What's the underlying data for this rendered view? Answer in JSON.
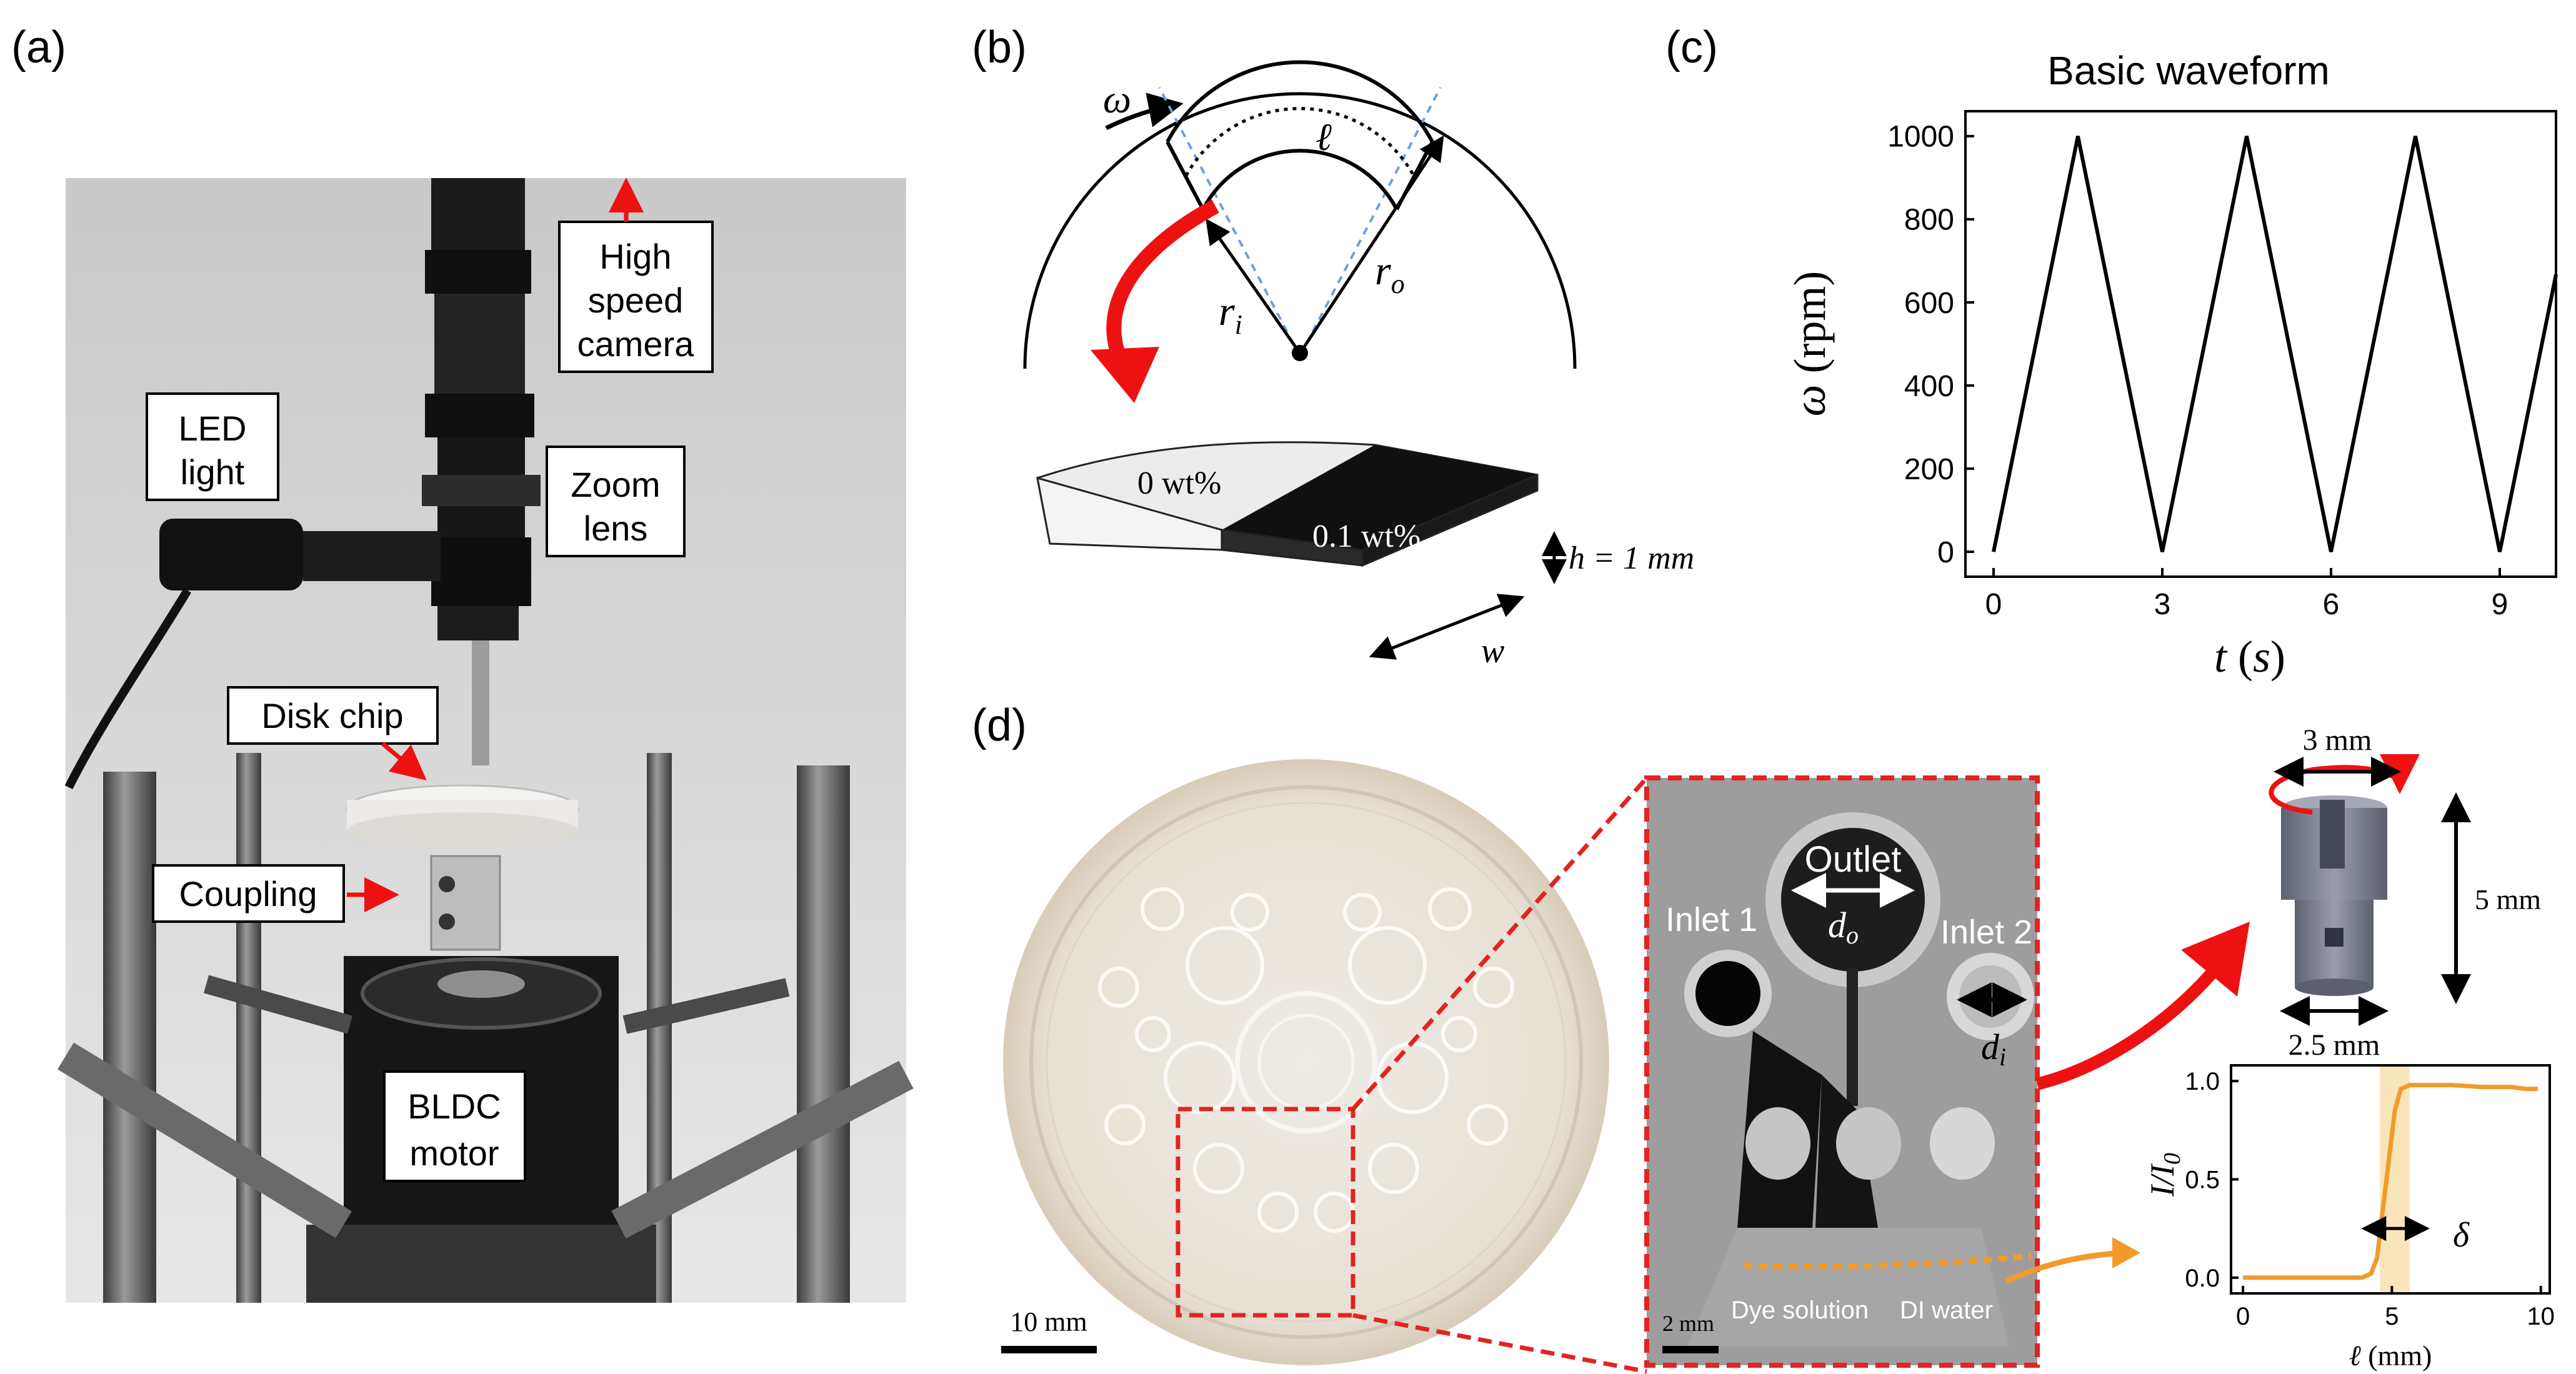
{
  "panels": {
    "a": "(a)",
    "b": "(b)",
    "c": "(c)",
    "d": "(d)"
  },
  "setup": {
    "camera_l1": "High",
    "camera_l2": "speed",
    "camera_l3": "camera",
    "led_l1": "LED",
    "led_l2": "light",
    "zoom_l1": "Zoom",
    "zoom_l2": "lens",
    "disk_chip": "Disk chip",
    "coupling": "Coupling",
    "motor_l1": "BLDC",
    "motor_l2": "motor"
  },
  "schematic": {
    "omega": "ω",
    "ell": "ℓ",
    "ri": "r",
    "ri_sub": "i",
    "ro": "r",
    "ro_sub": "o",
    "left_conc": "0 wt%",
    "right_conc": "0.1 wt%",
    "height": "h = 1 mm",
    "width": "w"
  },
  "microchip": {
    "outlet": "Outlet",
    "inlet1": "Inlet 1",
    "inlet2": "Inlet 2",
    "d_o": "d",
    "d_o_sub": "o",
    "d_i": "d",
    "d_i_sub": "i",
    "dye": "Dye solution",
    "water": "DI water",
    "scale_2mm": "2 mm",
    "scale_10mm": "10 mm"
  },
  "coupling_part": {
    "width_top": "3 mm",
    "width_bottom": "2.5 mm",
    "height": "5 mm"
  },
  "chart_data": [
    {
      "type": "line",
      "title": "Basic waveform",
      "xlabel": "t (s)",
      "ylabel": "ω (rpm)",
      "xlim": [
        -0.5,
        10
      ],
      "ylim": [
        -60,
        1060
      ],
      "xticks": [
        0,
        3,
        6,
        9
      ],
      "yticks": [
        0,
        200,
        400,
        600,
        800,
        1000
      ],
      "x": [
        0,
        1.5,
        3,
        4.5,
        6,
        7.5,
        9,
        10
      ],
      "y": [
        0,
        1000,
        0,
        1000,
        0,
        1000,
        0,
        667
      ],
      "color": "#000000"
    },
    {
      "type": "line",
      "title": "",
      "xlabel": "ℓ (mm)",
      "ylabel": "I/I₀",
      "annotation": "δ",
      "xlim": [
        -0.4,
        10.3
      ],
      "ylim": [
        -0.08,
        1.08
      ],
      "xticks": [
        0,
        5,
        10
      ],
      "yticks": [
        0.0,
        0.5,
        1.0
      ],
      "x": [
        0,
        4.0,
        4.3,
        4.5,
        4.7,
        4.9,
        5.1,
        5.3,
        5.6,
        6.0,
        7.0,
        8.0,
        9.0,
        9.5,
        9.9
      ],
      "y": [
        0.0,
        0.0,
        0.02,
        0.1,
        0.35,
        0.6,
        0.85,
        0.96,
        0.98,
        0.98,
        0.98,
        0.97,
        0.97,
        0.96,
        0.96
      ],
      "band": [
        4.6,
        5.6
      ],
      "color": "#f39a2a"
    }
  ]
}
